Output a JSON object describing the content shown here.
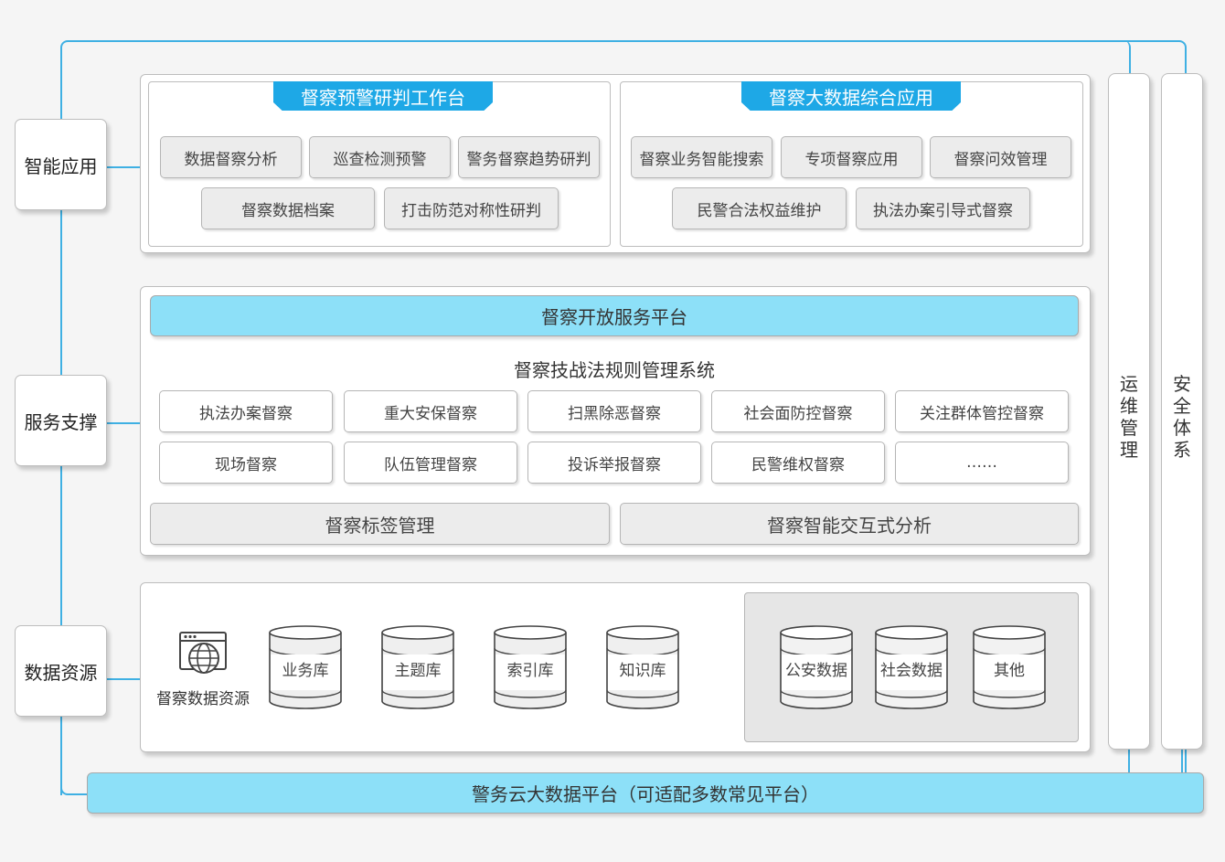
{
  "side_labels": {
    "smart_app": "智能应用",
    "service": "服务支撑",
    "data": "数据资源"
  },
  "app_layer": {
    "left": {
      "title": "督察预警研判工作台",
      "items": [
        "数据督察分析",
        "巡查检测预警",
        "警务督察趋势研判",
        "督察数据档案",
        "打击防范对称性研判"
      ]
    },
    "right": {
      "title": "督察大数据综合应用",
      "items": [
        "督察业务智能搜索",
        "专项督察应用",
        "督察问效管理",
        "民警合法权益维护",
        "执法办案引导式督察"
      ]
    }
  },
  "service_layer": {
    "open_platform": "督察开放服务平台",
    "rules_title": "督察技战法规则管理系统",
    "row1": [
      "执法办案督察",
      "重大安保督察",
      "扫黑除恶督察",
      "社会面防控督察",
      "关注群体管控督察"
    ],
    "row2": [
      "现场督察",
      "队伍管理督察",
      "投诉举报督察",
      "民警维权督察",
      "……"
    ],
    "tag_mgmt": "督察标签管理",
    "interactive": "督察智能交互式分析"
  },
  "data_layer": {
    "resource_label": "督察数据资源",
    "resource_icon": "globe-browser-icon",
    "internal_dbs": [
      "业务库",
      "主题库",
      "索引库",
      "知识库"
    ],
    "external_dbs": [
      "公安数据",
      "社会数据",
      "其他"
    ]
  },
  "vertical_bars": {
    "ops": "运维管理",
    "security": "安全体系"
  },
  "bottom_bar": "警务云大数据平台（可适配多数常见平台）",
  "colors": {
    "accent_blue": "#1ea8e6",
    "light_blue": "#8de0f8",
    "connector": "#3fb0e3"
  }
}
